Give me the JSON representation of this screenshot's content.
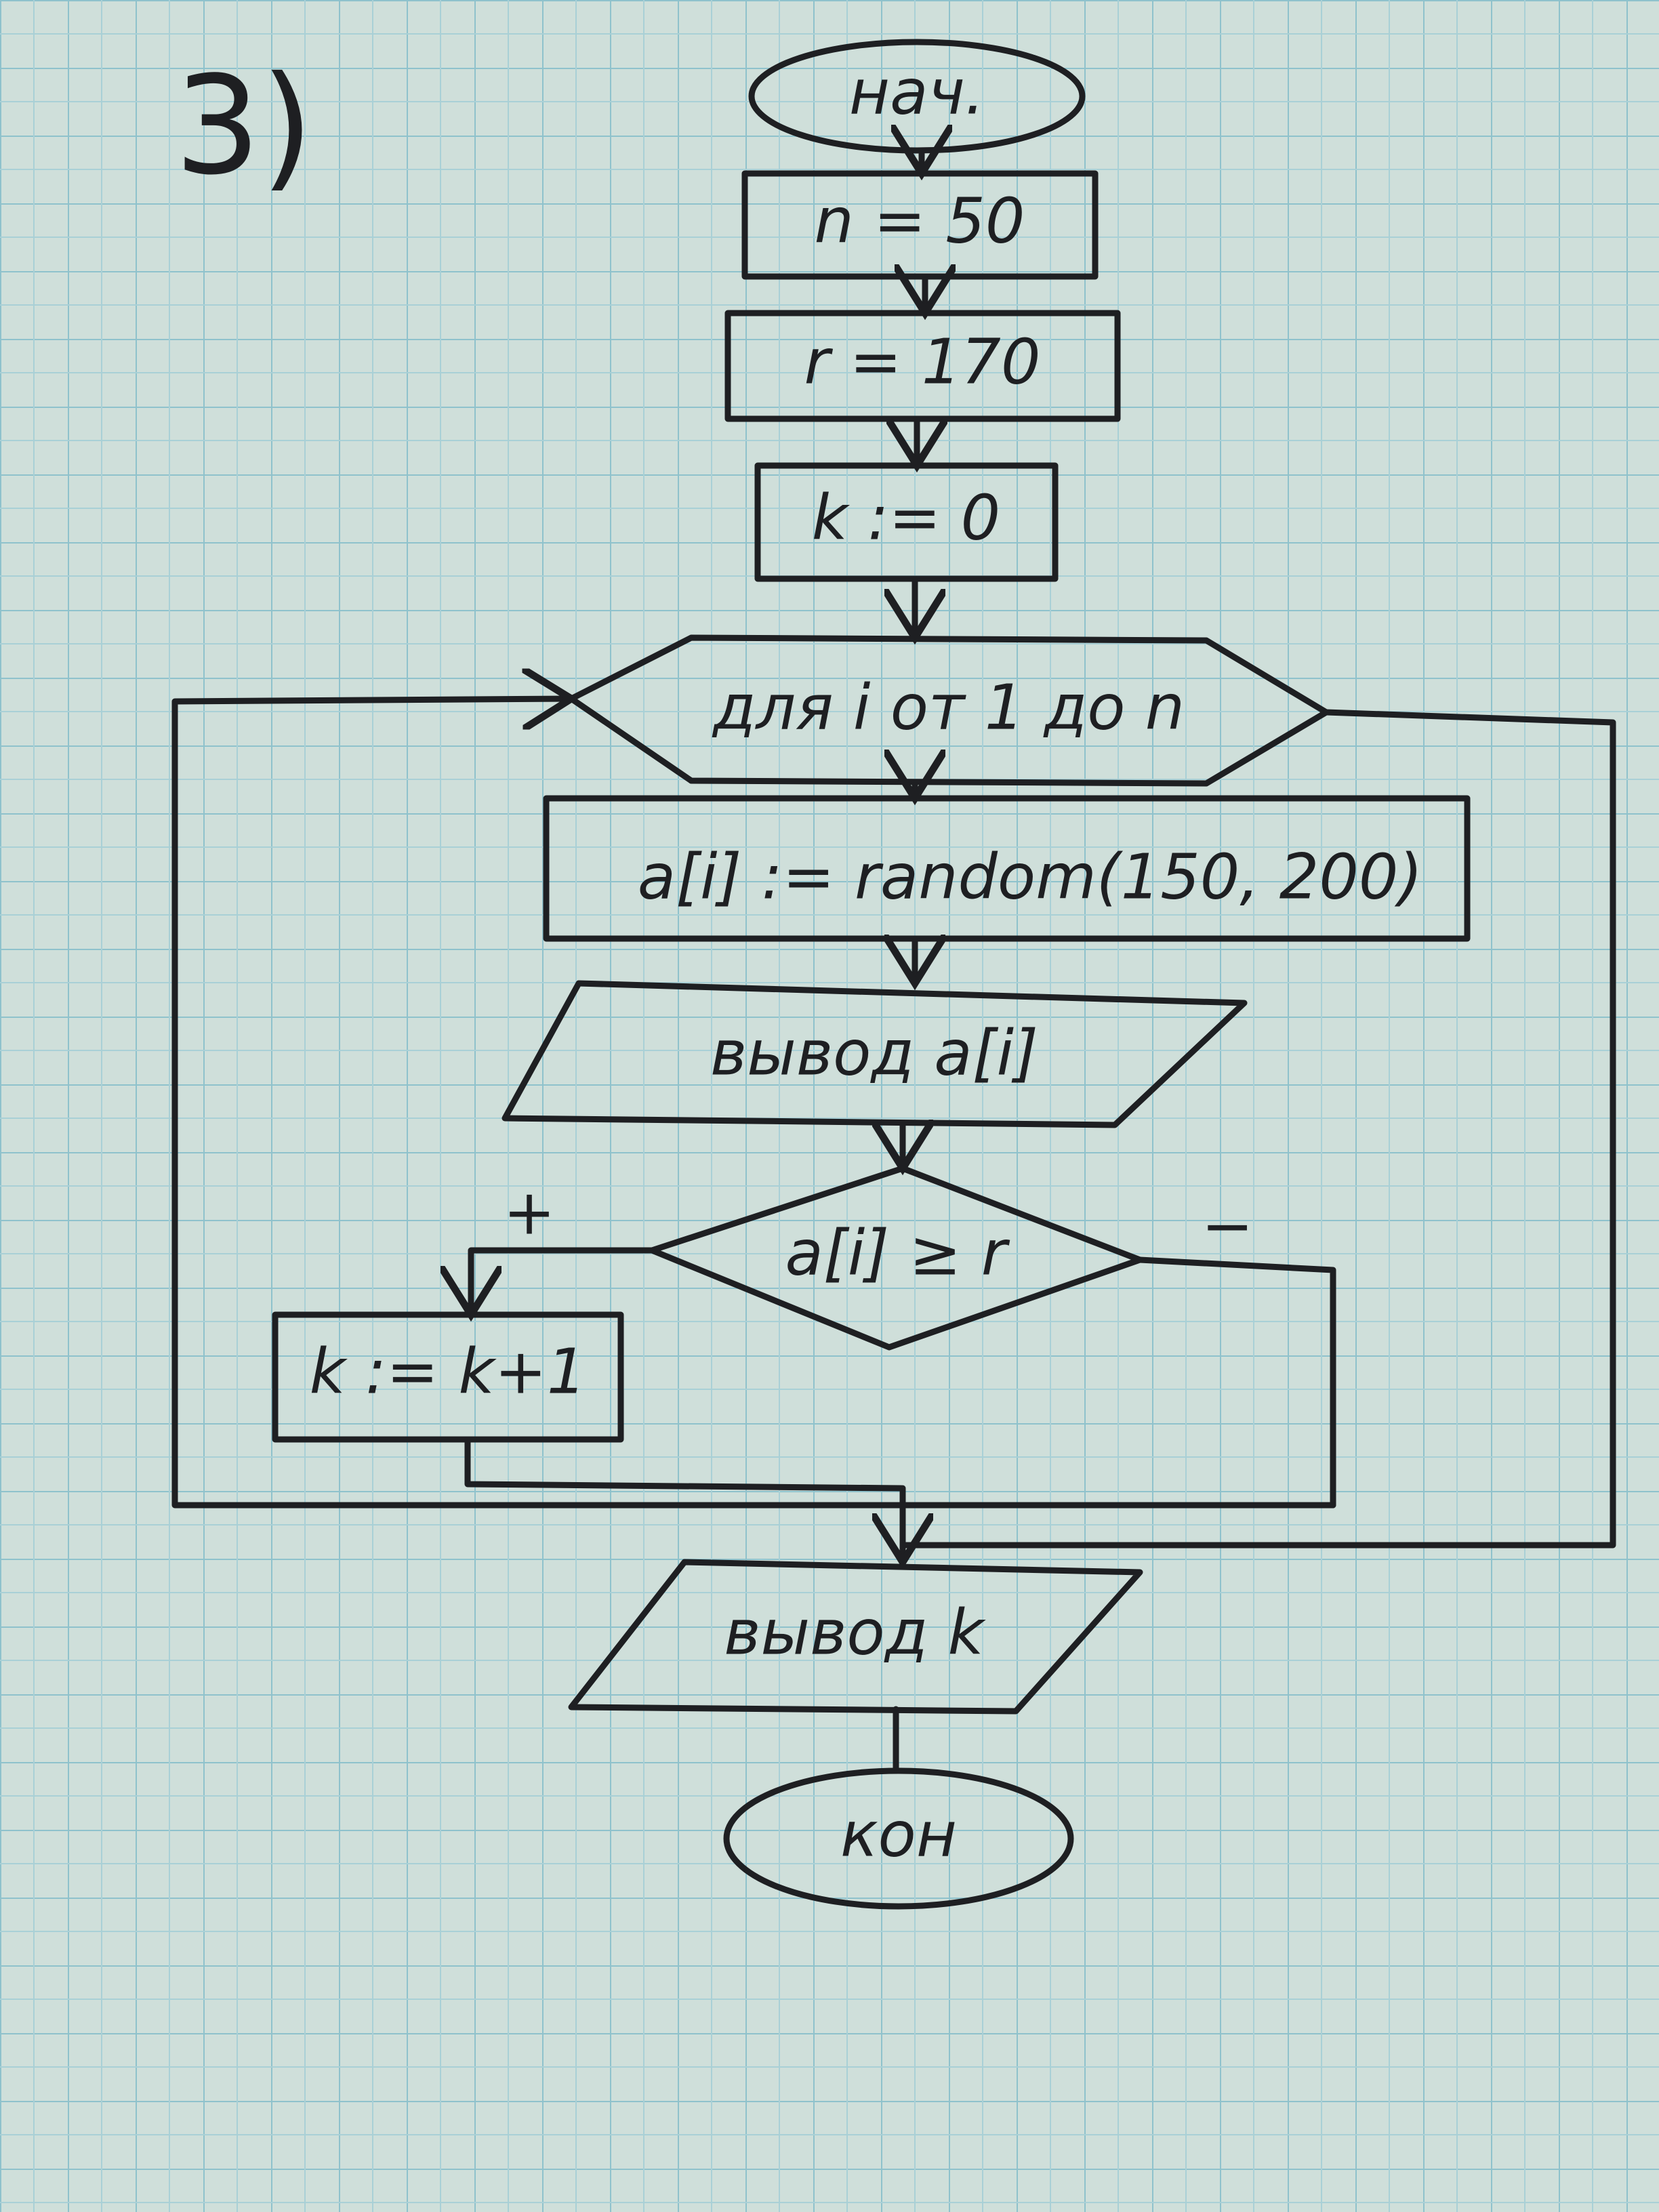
{
  "page_label": "3)",
  "colors": {
    "paper": "#cfdfda",
    "grid": "#8fc2cc",
    "ink": "#1e1f22"
  },
  "flowchart": {
    "start": "нач.",
    "assign_n": "n = 50",
    "assign_r": "r = 170",
    "init_k": "k := 0",
    "loop": "для i от 1 до n",
    "random": "a[i] := random(150, 200)",
    "output_a": "вывод a[i]",
    "condition": "a[i] ≥ r",
    "yes_label": "+",
    "no_label": "−",
    "increment": "k := k+1",
    "output_k": "вывод k",
    "end": "кон"
  }
}
